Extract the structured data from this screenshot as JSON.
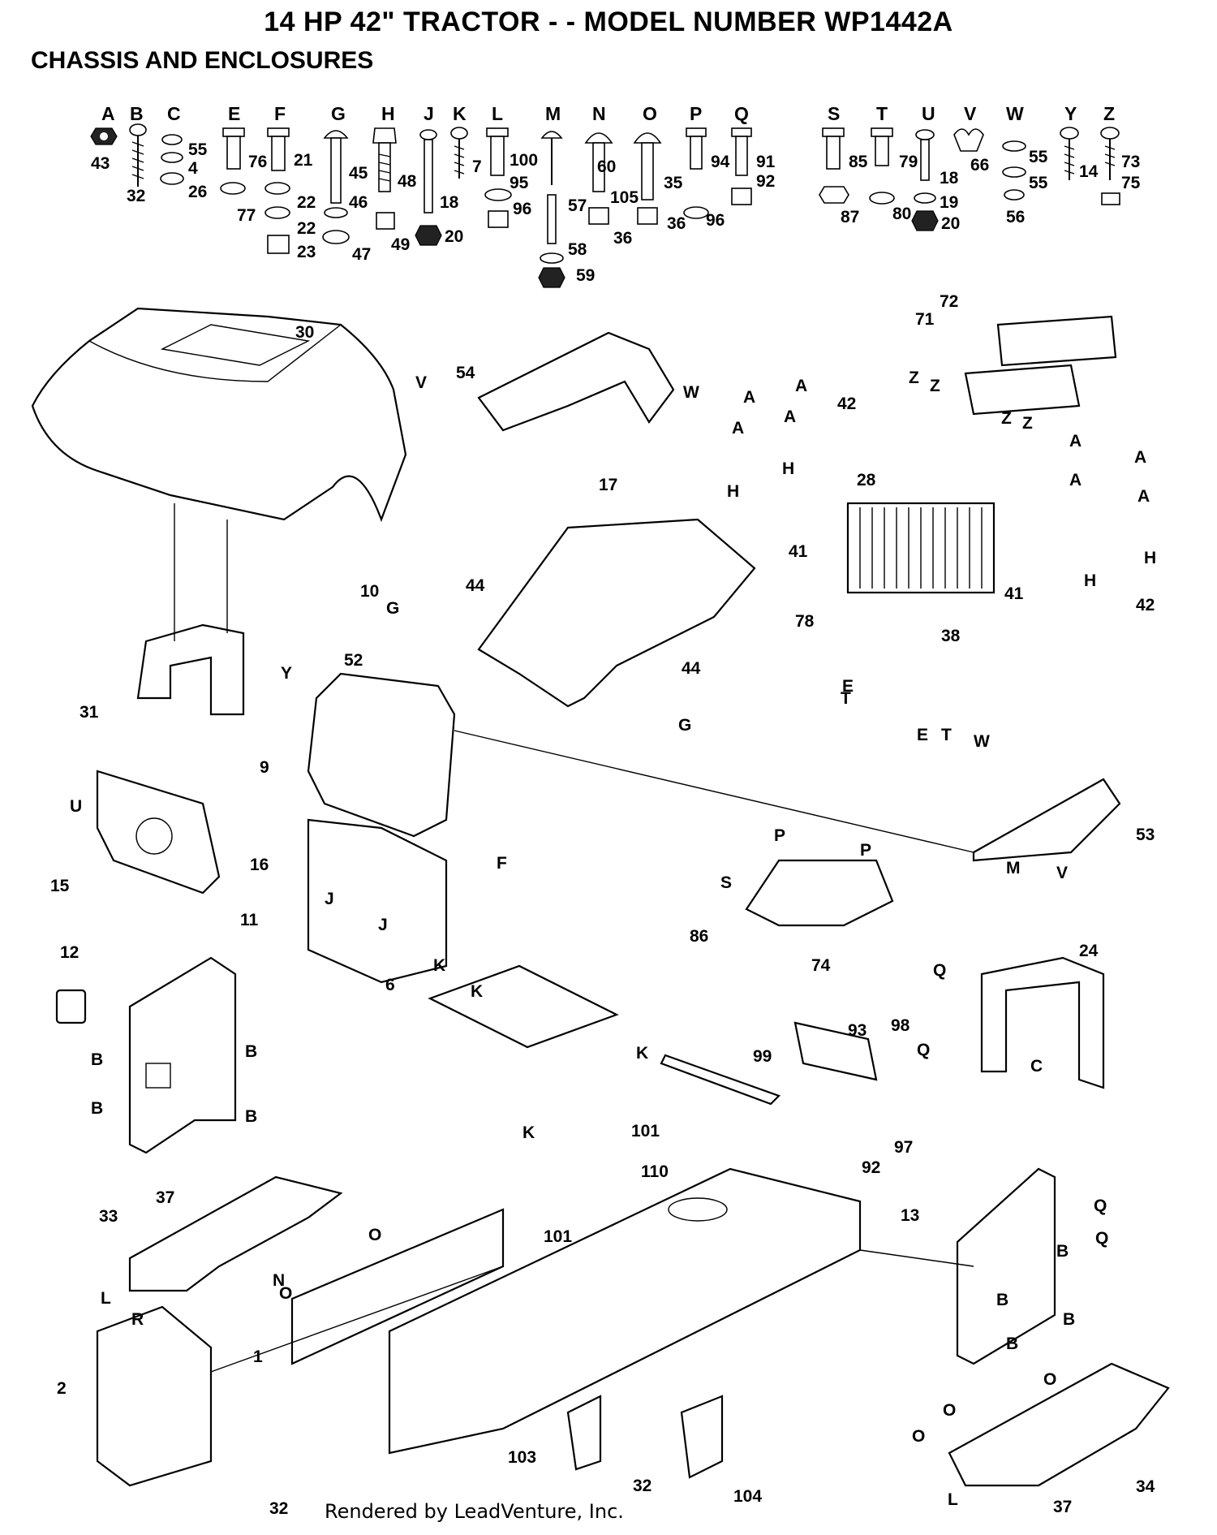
{
  "header": {
    "title": "14 HP 42\" TRACTOR - - MODEL NUMBER WP1442A",
    "subtitle": "CHASSIS AND ENCLOSURES"
  },
  "hardware_legend": [
    {
      "letter": "A",
      "parts": [
        "43"
      ]
    },
    {
      "letter": "B",
      "parts": [
        "32"
      ]
    },
    {
      "letter": "C",
      "parts": [
        "55",
        "4",
        "26"
      ]
    },
    {
      "letter": "E",
      "parts": [
        "76",
        "77"
      ]
    },
    {
      "letter": "F",
      "parts": [
        "21",
        "22",
        "22",
        "23"
      ]
    },
    {
      "letter": "G",
      "parts": [
        "45",
        "46",
        "47"
      ]
    },
    {
      "letter": "H",
      "parts": [
        "48",
        "49"
      ]
    },
    {
      "letter": "J",
      "parts": [
        "18",
        "20"
      ]
    },
    {
      "letter": "K",
      "parts": [
        "7"
      ]
    },
    {
      "letter": "L",
      "parts": [
        "100",
        "95",
        "96"
      ]
    },
    {
      "letter": "M",
      "parts": [
        "57",
        "58",
        "59"
      ]
    },
    {
      "letter": "N",
      "parts": [
        "60",
        "36"
      ]
    },
    {
      "letter": "O",
      "parts": [
        "105",
        "35",
        "36"
      ]
    },
    {
      "letter": "P",
      "parts": [
        "94",
        "96"
      ]
    },
    {
      "letter": "Q",
      "parts": [
        "91",
        "92"
      ]
    },
    {
      "letter": "S",
      "parts": [
        "85",
        "87"
      ]
    },
    {
      "letter": "T",
      "parts": [
        "79",
        "80"
      ]
    },
    {
      "letter": "U",
      "parts": [
        "18",
        "19",
        "20"
      ]
    },
    {
      "letter": "V",
      "parts": [
        "66"
      ]
    },
    {
      "letter": "W",
      "parts": [
        "55",
        "55",
        "56"
      ]
    },
    {
      "letter": "Y",
      "parts": [
        "14"
      ]
    },
    {
      "letter": "Z",
      "parts": [
        "73",
        "75"
      ]
    }
  ],
  "part_callouts": [
    "1",
    "2",
    "6",
    "9",
    "10",
    "11",
    "12",
    "13",
    "15",
    "16",
    "17",
    "24",
    "28",
    "30",
    "31",
    "32",
    "32",
    "33",
    "34",
    "37",
    "37",
    "38",
    "41",
    "41",
    "42",
    "42",
    "44",
    "44",
    "52",
    "53",
    "54",
    "71",
    "72",
    "74",
    "78",
    "86",
    "92",
    "93",
    "97",
    "98",
    "99",
    "101",
    "101",
    "103",
    "104",
    "110"
  ],
  "hardware_refs": [
    "A",
    "A",
    "A",
    "A",
    "A",
    "A",
    "A",
    "A",
    "B",
    "B",
    "B",
    "B",
    "B",
    "B",
    "B",
    "B",
    "C",
    "E",
    "E",
    "F",
    "G",
    "G",
    "H",
    "H",
    "H",
    "H",
    "J",
    "J",
    "K",
    "K",
    "K",
    "K",
    "L",
    "L",
    "M",
    "N",
    "O",
    "O",
    "O",
    "O",
    "O",
    "P",
    "P",
    "Q",
    "Q",
    "Q",
    "Q",
    "R",
    "S",
    "T",
    "T",
    "U",
    "V",
    "V",
    "W",
    "W",
    "Y",
    "Z",
    "Z",
    "Z",
    "Z"
  ],
  "footer": {
    "credit": "Rendered by LeadVenture, Inc."
  }
}
